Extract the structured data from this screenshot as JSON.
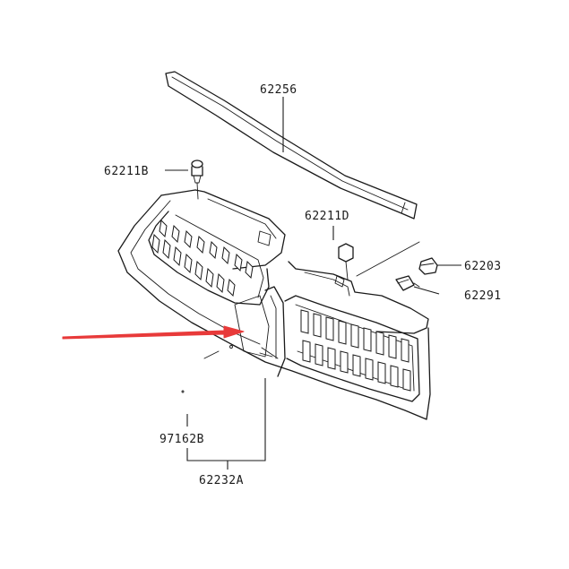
{
  "labels": {
    "p62256": "62256",
    "p62211b": "62211B",
    "p62211d": "62211D",
    "p62203": "62203",
    "p62291": "62291",
    "p97162b": "97162B",
    "p62232a": "62232A"
  },
  "colors": {
    "line": "#1a1a1a",
    "arrow": "#e83a3a",
    "background": "#ffffff"
  }
}
